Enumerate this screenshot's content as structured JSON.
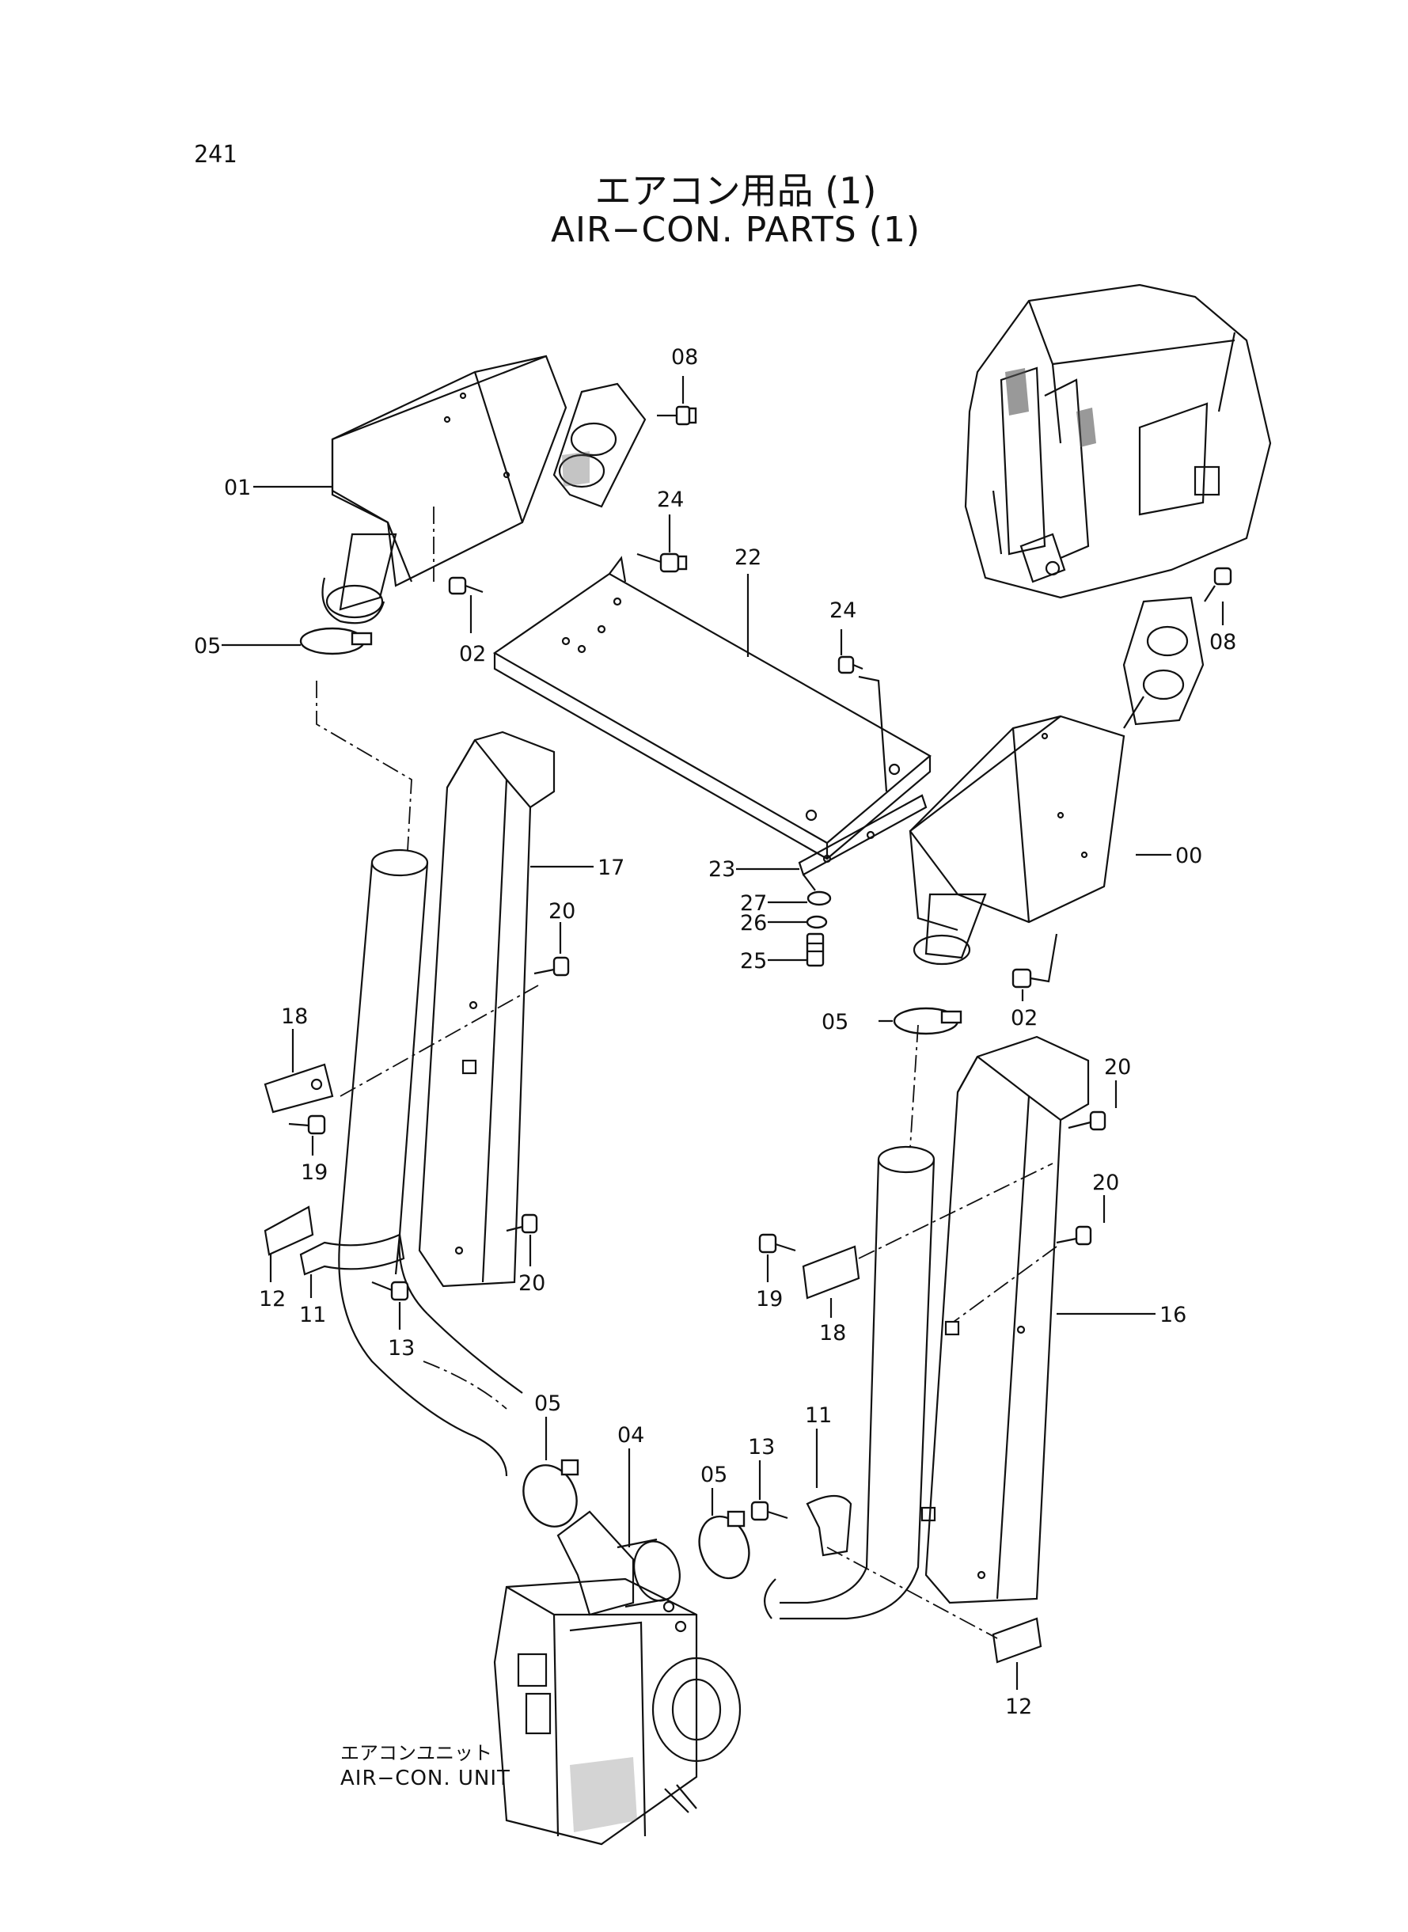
{
  "page": {
    "page_number": "241",
    "title_jp": "エアコン用品 (1)",
    "title_en": "AIR−CON. PARTS (1)"
  },
  "unit_caption": {
    "jp": "エアコンユニット",
    "en": "AIR−CON. UNIT"
  },
  "callouts": [
    "08",
    "01",
    "24",
    "22",
    "02",
    "05",
    "24",
    "08",
    "17",
    "23",
    "00",
    "27",
    "26",
    "25",
    "20",
    "18",
    "19",
    "02",
    "05",
    "20",
    "20",
    "12",
    "11",
    "13",
    "20",
    "19",
    "18",
    "16",
    "05",
    "04",
    "13",
    "11",
    "05",
    "12"
  ]
}
